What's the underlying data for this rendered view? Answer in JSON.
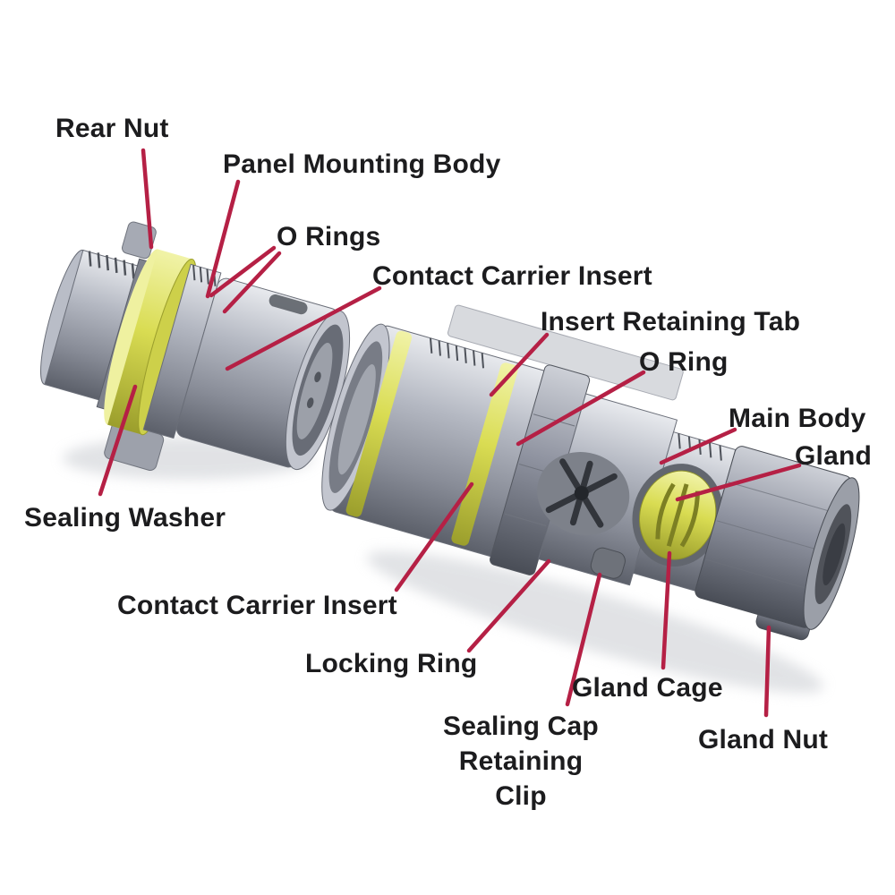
{
  "diagram": {
    "labels": {
      "rear_nut": "Rear Nut",
      "panel_mounting_body": "Panel Mounting Body",
      "o_rings": "O Rings",
      "contact_carrier_insert_top": "Contact Carrier Insert",
      "insert_retaining_tab": "Insert Retaining Tab",
      "o_ring": "O Ring",
      "main_body": "Main Body",
      "gland": "Gland",
      "sealing_washer": "Sealing Washer",
      "contact_carrier_insert_bottom": "Contact Carrier Insert",
      "locking_ring": "Locking Ring",
      "gland_cage": "Gland Cage",
      "sealing_cap_retaining_clip": "Sealing Cap\nRetaining Clip",
      "gland_nut": "Gland Nut"
    },
    "colors": {
      "leader_line": "#b52045",
      "label_text": "#1c1c1e",
      "metal_light": "#e8eaee",
      "metal_mid": "#9a9eac",
      "metal_dark": "#5c606a",
      "seal_yellow": "#d9dc52",
      "background": "#ffffff"
    }
  }
}
